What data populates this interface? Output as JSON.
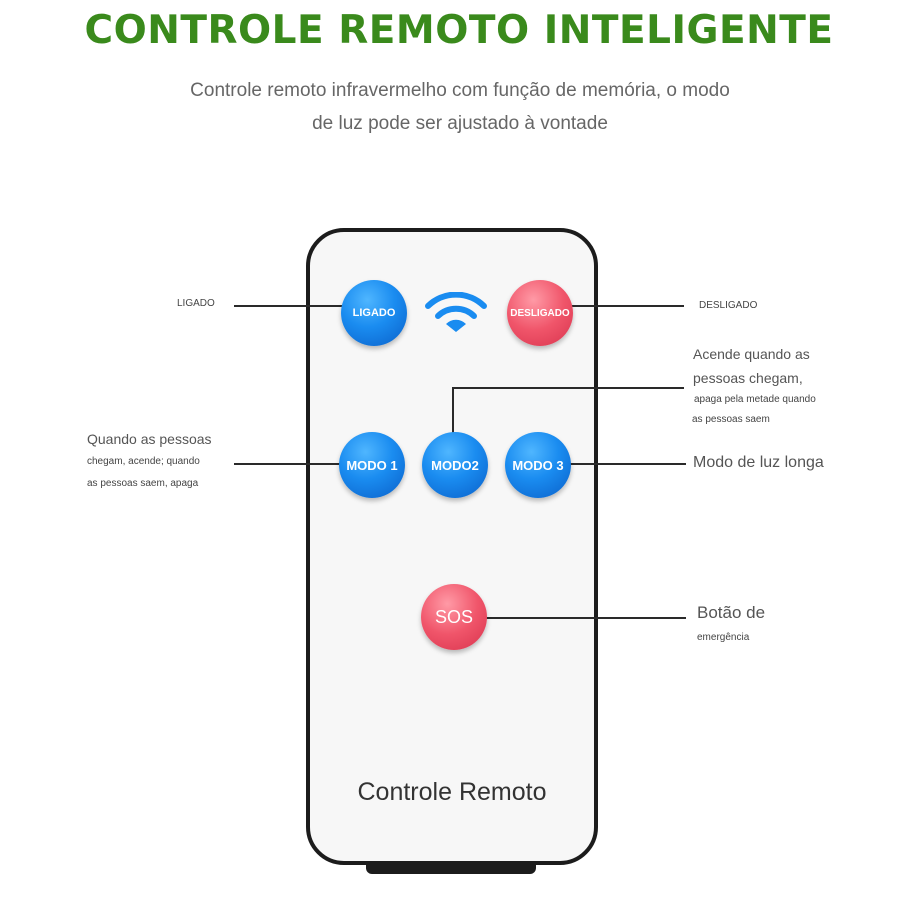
{
  "title": "CONTROLE REMOTO INTELIGENTE",
  "subtitle_line1": "Controle remoto infravermelho com função de memória, o modo",
  "subtitle_line2": "de luz pode ser ajustado à vontade",
  "remote_label": "Controle Remoto",
  "buttons": {
    "on": "LIGADO",
    "off": "DESLIGADO",
    "mode1": "MODO 1",
    "mode2": "MODO2",
    "mode3": "MODO 3",
    "sos": "SOS"
  },
  "labels": {
    "on": "LIGADO",
    "off": "DESLIGADO",
    "mode2_line1": "Acende quando as",
    "mode2_line2": "pessoas chegam,",
    "mode2_line3": "apaga pela metade quando",
    "mode2_line4": "as pessoas saem",
    "mode1_line1": "Quando as pessoas",
    "mode1_line2": "chegam, acende; quando",
    "mode1_line3": "as pessoas saem, apaga",
    "mode3": "Modo de luz longa",
    "sos_line1": "Botão de",
    "sos_line2": "emergência"
  },
  "colors": {
    "title": "#3a8a1c",
    "blue_button": "#1a8cf0",
    "red_button": "#f0556a"
  },
  "icons": {
    "signal": "wifi-signal-icon"
  }
}
